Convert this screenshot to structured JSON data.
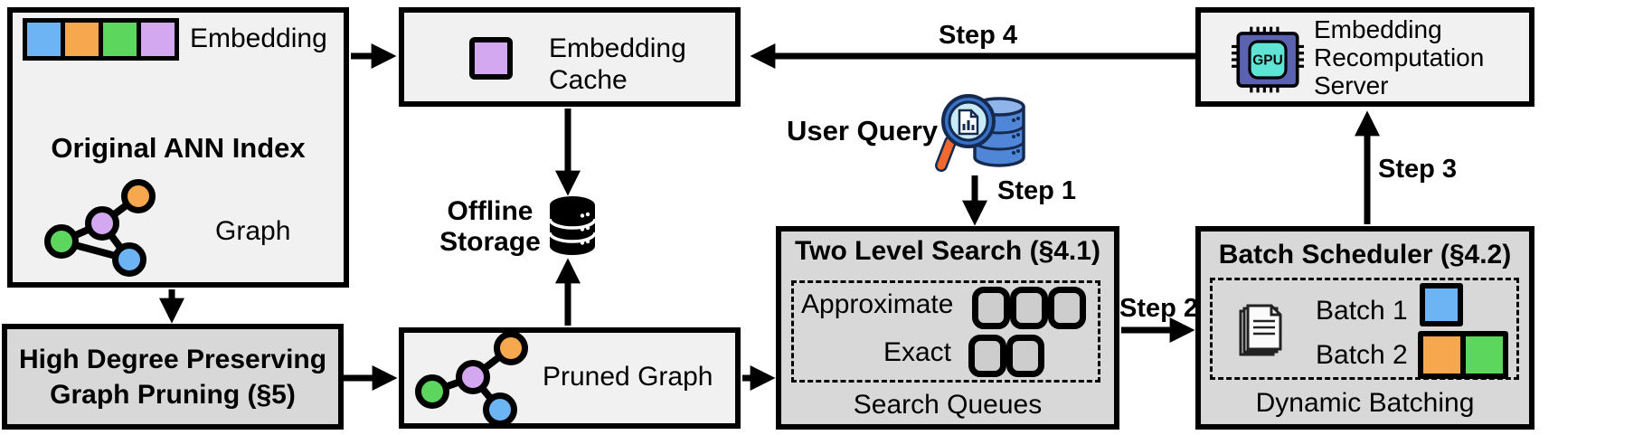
{
  "colors": {
    "blue": "#6cb4f4",
    "orange": "#f7a84e",
    "green": "#5cd65c",
    "purple": "#d3a8f0",
    "box_light": "#f1f1f1",
    "box_dark": "#d8d8d8",
    "queue_fill": "#cdcdcd",
    "gpu_chip": "#5b63b0",
    "gpu_core": "#5fe3d4",
    "query_db": "#4f86d8",
    "query_db_top": "#8fb4ea",
    "query_ring": "#3672c8",
    "query_lens": "#c8ecf7",
    "query_handle": "#f2692e",
    "query_outline": "#16294f",
    "ink": "#000000"
  },
  "ann_index": {
    "embedding_label": "Embedding",
    "title": "Original ANN Index",
    "graph_label": "Graph"
  },
  "graph_pruning": {
    "title": "High Degree Preserving Graph Pruning (§5)"
  },
  "embedding_cache": {
    "label": "Embedding Cache"
  },
  "offline_storage": {
    "label": "Offline Storage"
  },
  "pruned_graph": {
    "label": "Pruned Graph"
  },
  "user_query": {
    "label": "User Query"
  },
  "two_level_search": {
    "title": "Two Level Search (§4.1)",
    "approximate_label": "Approximate",
    "exact_label": "Exact",
    "footer": "Search Queues"
  },
  "batch_scheduler": {
    "title": "Batch Scheduler (§4.2)",
    "batch1_label": "Batch 1",
    "batch2_label": "Batch 2",
    "footer": "Dynamic Batching"
  },
  "recompute_server": {
    "label": "Embedding Recomputation Server"
  },
  "steps": {
    "step1": "Step 1",
    "step2": "Step 2",
    "step3": "Step 3",
    "step4": "Step 4"
  },
  "icons": {
    "gpu_text": "GPU"
  }
}
